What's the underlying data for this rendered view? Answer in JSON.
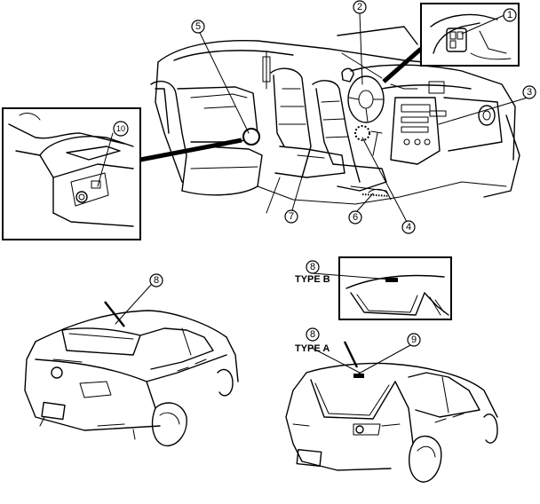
{
  "callouts": [
    "1",
    "2",
    "3",
    "4",
    "5",
    "6",
    "7",
    "8",
    "8",
    "8",
    "9",
    "10"
  ],
  "type_labels": {
    "type_b": "TYPE B",
    "type_a": "TYPE A"
  }
}
